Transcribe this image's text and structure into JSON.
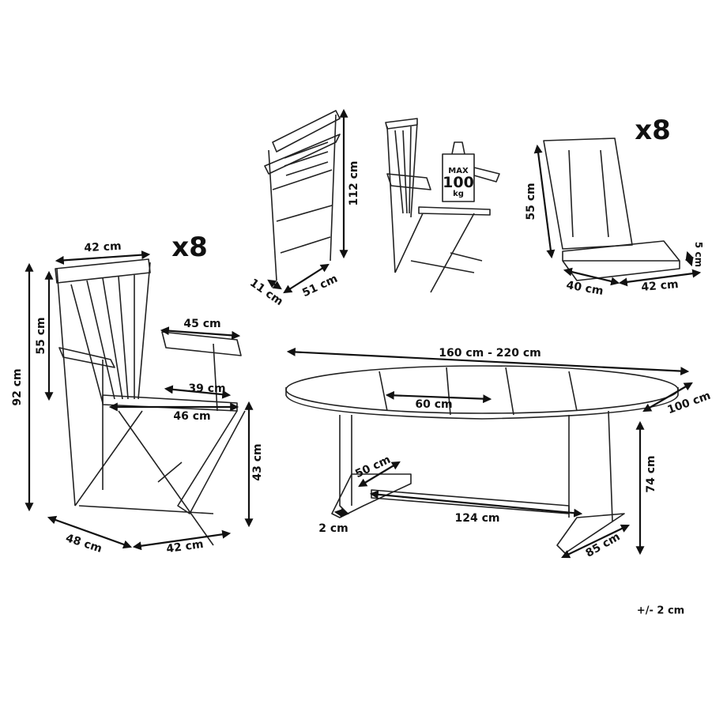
{
  "chair": {
    "quantity": "x8",
    "back_width": "42 cm",
    "back_height": "55 cm",
    "total_height": "92 cm",
    "armrest_length": "45 cm",
    "seat_depth": "39 cm",
    "seat_width": "46 cm",
    "seat_height": "43 cm",
    "base_depth": "48 cm",
    "base_width": "42 cm"
  },
  "folded_chair": {
    "height": "112 cm",
    "thickness": "11 cm",
    "width": "51 cm"
  },
  "load_badge": {
    "max": "MAX",
    "value": "100",
    "unit": "kg"
  },
  "cushion": {
    "quantity": "x8",
    "back_height": "55 cm",
    "thickness": "5 cm",
    "seat_depth": "40 cm",
    "seat_width": "42 cm"
  },
  "table": {
    "length": "160 cm - 220 cm",
    "extension": "60 cm",
    "width": "100 cm",
    "leg_depth": "50 cm",
    "leg_span": "124 cm",
    "foot_height": "2 cm",
    "height": "74 cm",
    "base_width": "85 cm"
  },
  "tolerance": "+/- 2 cm"
}
